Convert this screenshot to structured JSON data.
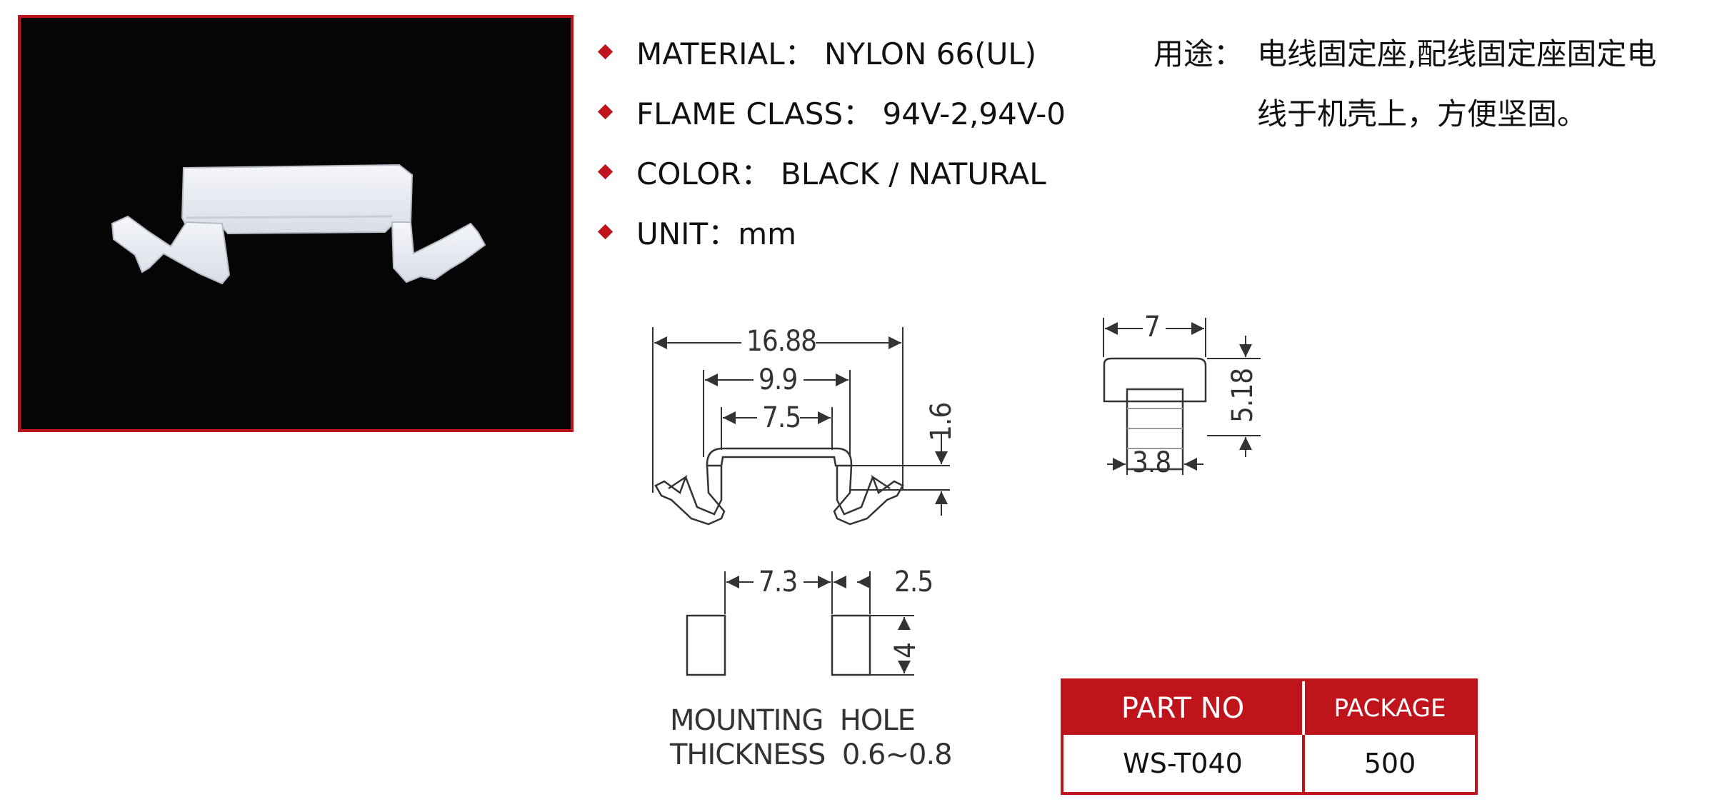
{
  "specs": [
    {
      "label": "MATERIAL： NYLON 66(UL)"
    },
    {
      "label": "FLAME CLASS： 94V-2,94V-0"
    },
    {
      "label": "COLOR： BLACK / NATURAL"
    },
    {
      "label": "UNIT：mm"
    }
  ],
  "usage": {
    "label": "用途：",
    "line1": "电线固定座,配线固定座固定电",
    "line2": "线于机壳上，方便坚固。"
  },
  "dims": {
    "overall_width": "16.88",
    "inner_width": "9.9",
    "top_width": "7.5",
    "height": "1.6",
    "side_width": "7",
    "side_height": "5.18",
    "side_stem": "3.8",
    "hole_spacing": "7.3",
    "hole_width": "2.5",
    "hole_height": "4"
  },
  "note": {
    "line1": "MOUNTING  HOLE",
    "line2": "THICKNESS  0.6~0.8"
  },
  "table": {
    "headers": [
      "PART NO",
      "PACKAGE"
    ],
    "rows": [
      [
        "WS-T040",
        "500"
      ]
    ]
  },
  "colors": {
    "accent": "#c0141c",
    "photo_bg": "#050505"
  }
}
